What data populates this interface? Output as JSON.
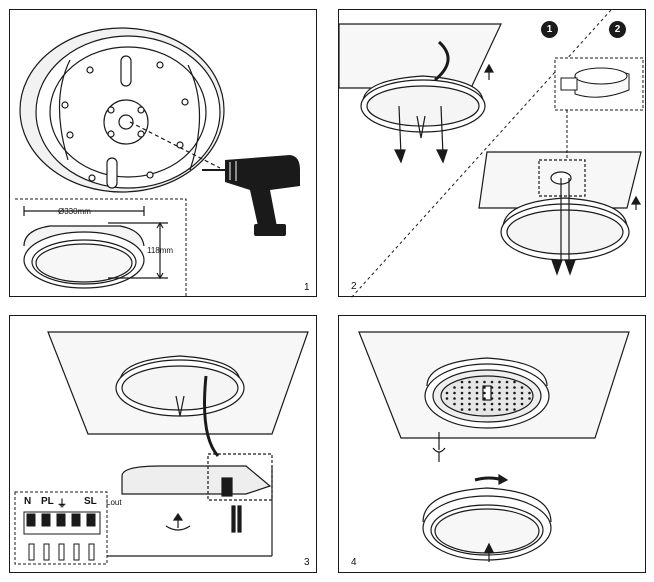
{
  "panels": [
    {
      "number": "1",
      "diameter_label": "Ø330mm",
      "height_label": "118mm"
    },
    {
      "number": "2",
      "badges": [
        "1",
        "2"
      ]
    },
    {
      "number": "3",
      "terminal_labels": [
        "N",
        "PL",
        "⏚",
        "SL"
      ],
      "lout_label": "Lout"
    },
    {
      "number": "4"
    }
  ],
  "colors": {
    "ink": "#1a1a1a",
    "fill_light": "#f4f4f4",
    "fill_mid": "#dcdcdc"
  }
}
